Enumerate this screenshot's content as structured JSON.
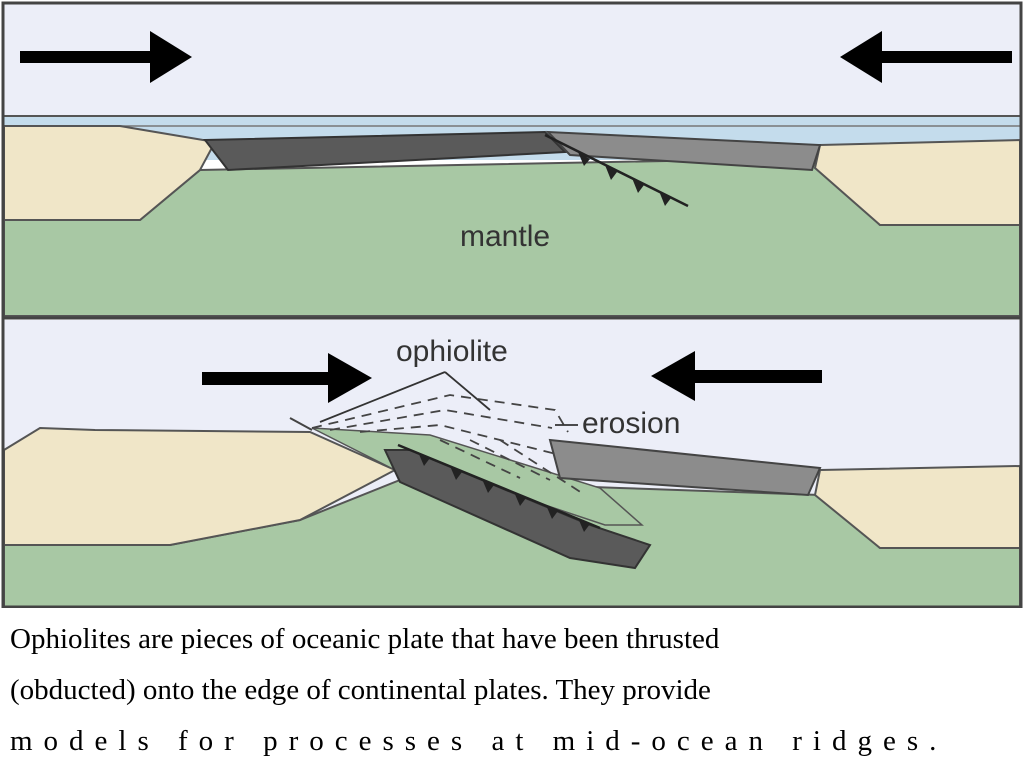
{
  "labels": {
    "mantle": "mantle",
    "ophiolite": "ophiolite",
    "erosion": "erosion"
  },
  "caption": {
    "line1": "Ophiolites are pieces of oceanic plate that have been thrusted",
    "line2": "(obducted) onto the edge of continental plates. They provide",
    "line3": "models for processes at mid-ocean ridges."
  },
  "colors": {
    "sky": "#eceef8",
    "water": "#c4dcec",
    "mantle": "#a8c8a4",
    "continent": "#f0e6c8",
    "oceanic_plate_dark": "#5a5a5a",
    "oceanic_plate_light": "#8c8c8c",
    "arrow": "#000000"
  },
  "icons": {
    "push_arrow": "right-arrow-icon",
    "pull_arrow": "left-arrow-icon"
  }
}
